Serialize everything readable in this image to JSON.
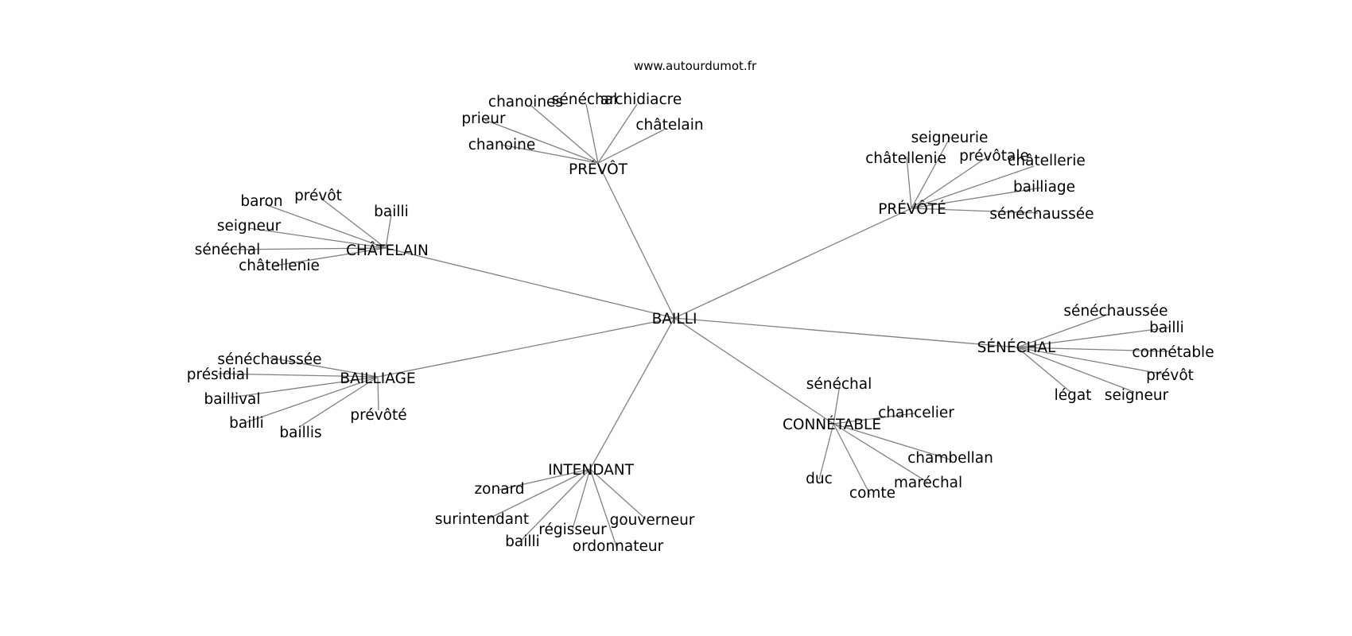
{
  "site": "www.autourdumot.fr",
  "center": "BAILLI",
  "groups": [
    {
      "hub": "PRÉVÔT",
      "leaves": [
        "chanoines",
        "sénéchal",
        "archidiacre",
        "prieur",
        "châtelain",
        "chanoine"
      ]
    },
    {
      "hub": "PRÉVÔTÉ",
      "leaves": [
        "seigneurie",
        "châtellenie",
        "prévôtale",
        "châtellerie",
        "bailliage",
        "sénéchaussée"
      ]
    },
    {
      "hub": "CHÂTELAIN",
      "leaves": [
        "baron",
        "prévôt",
        "bailli",
        "seigneur",
        "sénéchal",
        "châtellenie"
      ]
    },
    {
      "hub": "SÉNÉCHAL",
      "leaves": [
        "sénéchaussée",
        "bailli",
        "connétable",
        "prévôt",
        "légat",
        "seigneur"
      ]
    },
    {
      "hub": "BAILLIAGE",
      "leaves": [
        "sénéchaussée",
        "présidial",
        "baillival",
        "bailli",
        "baillis",
        "prévôté"
      ]
    },
    {
      "hub": "CONNÉTABLE",
      "leaves": [
        "sénéchal",
        "chancelier",
        "chambellan",
        "duc",
        "maréchal",
        "comte"
      ]
    },
    {
      "hub": "INTENDANT",
      "leaves": [
        "zonard",
        "surintendant",
        "régisseur",
        "gouverneur",
        "bailli",
        "ordonnateur"
      ]
    }
  ]
}
